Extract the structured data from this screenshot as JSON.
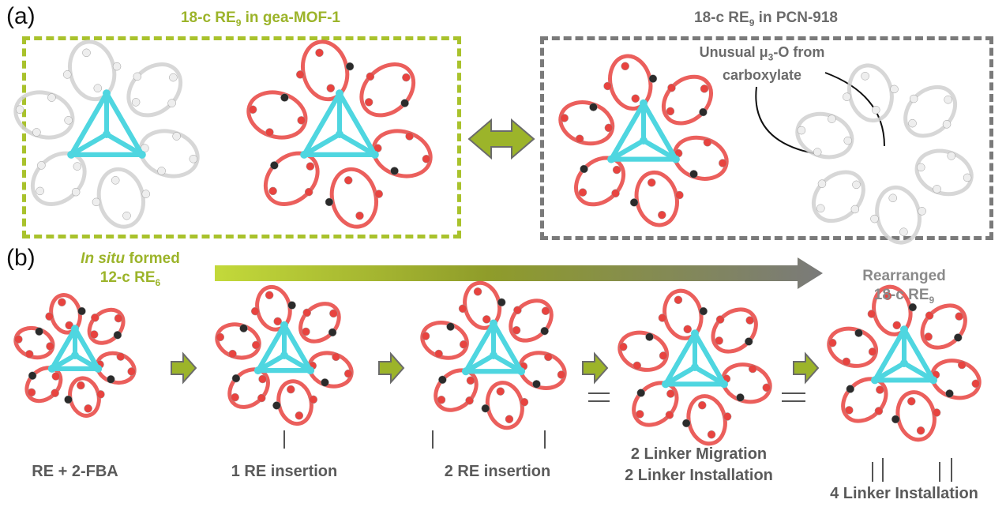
{
  "panel_a": {
    "label": "(a)",
    "left_title": {
      "text": "18-c RE",
      "sub": "9",
      "tail": " in gea-MOF-1"
    },
    "right_title": {
      "text": "18-c RE",
      "sub": "9",
      "tail": " in PCN-918"
    },
    "annotation": {
      "line1_pre": "Unusual μ",
      "line1_sub": "3",
      "line1_post": "-O from",
      "line2": "carboxylate"
    }
  },
  "panel_b": {
    "label": "(b)",
    "start_title": {
      "italic": "In situ",
      "rest": " formed",
      "line2": "12-c RE",
      "sub": "6"
    },
    "end_title": {
      "line1": "Rearranged",
      "line2": "18-c RE",
      "sub": "9"
    },
    "steps": [
      {
        "caption": "RE + 2-FBA"
      },
      {
        "caption": "1 RE insertion"
      },
      {
        "caption": "2 RE insertion"
      },
      {
        "caption_line1": "2 Linker Migration",
        "caption_line2": "2 Linker Installation"
      },
      {
        "caption": "4 Linker Installation"
      }
    ]
  },
  "colors": {
    "green": "#9cb42a",
    "grey": "#6b6b6b",
    "oxygen": "#e8433f",
    "metal": "#4fd6e0",
    "carbon": "#2b2b2b",
    "linker": "#d8d8d8"
  }
}
